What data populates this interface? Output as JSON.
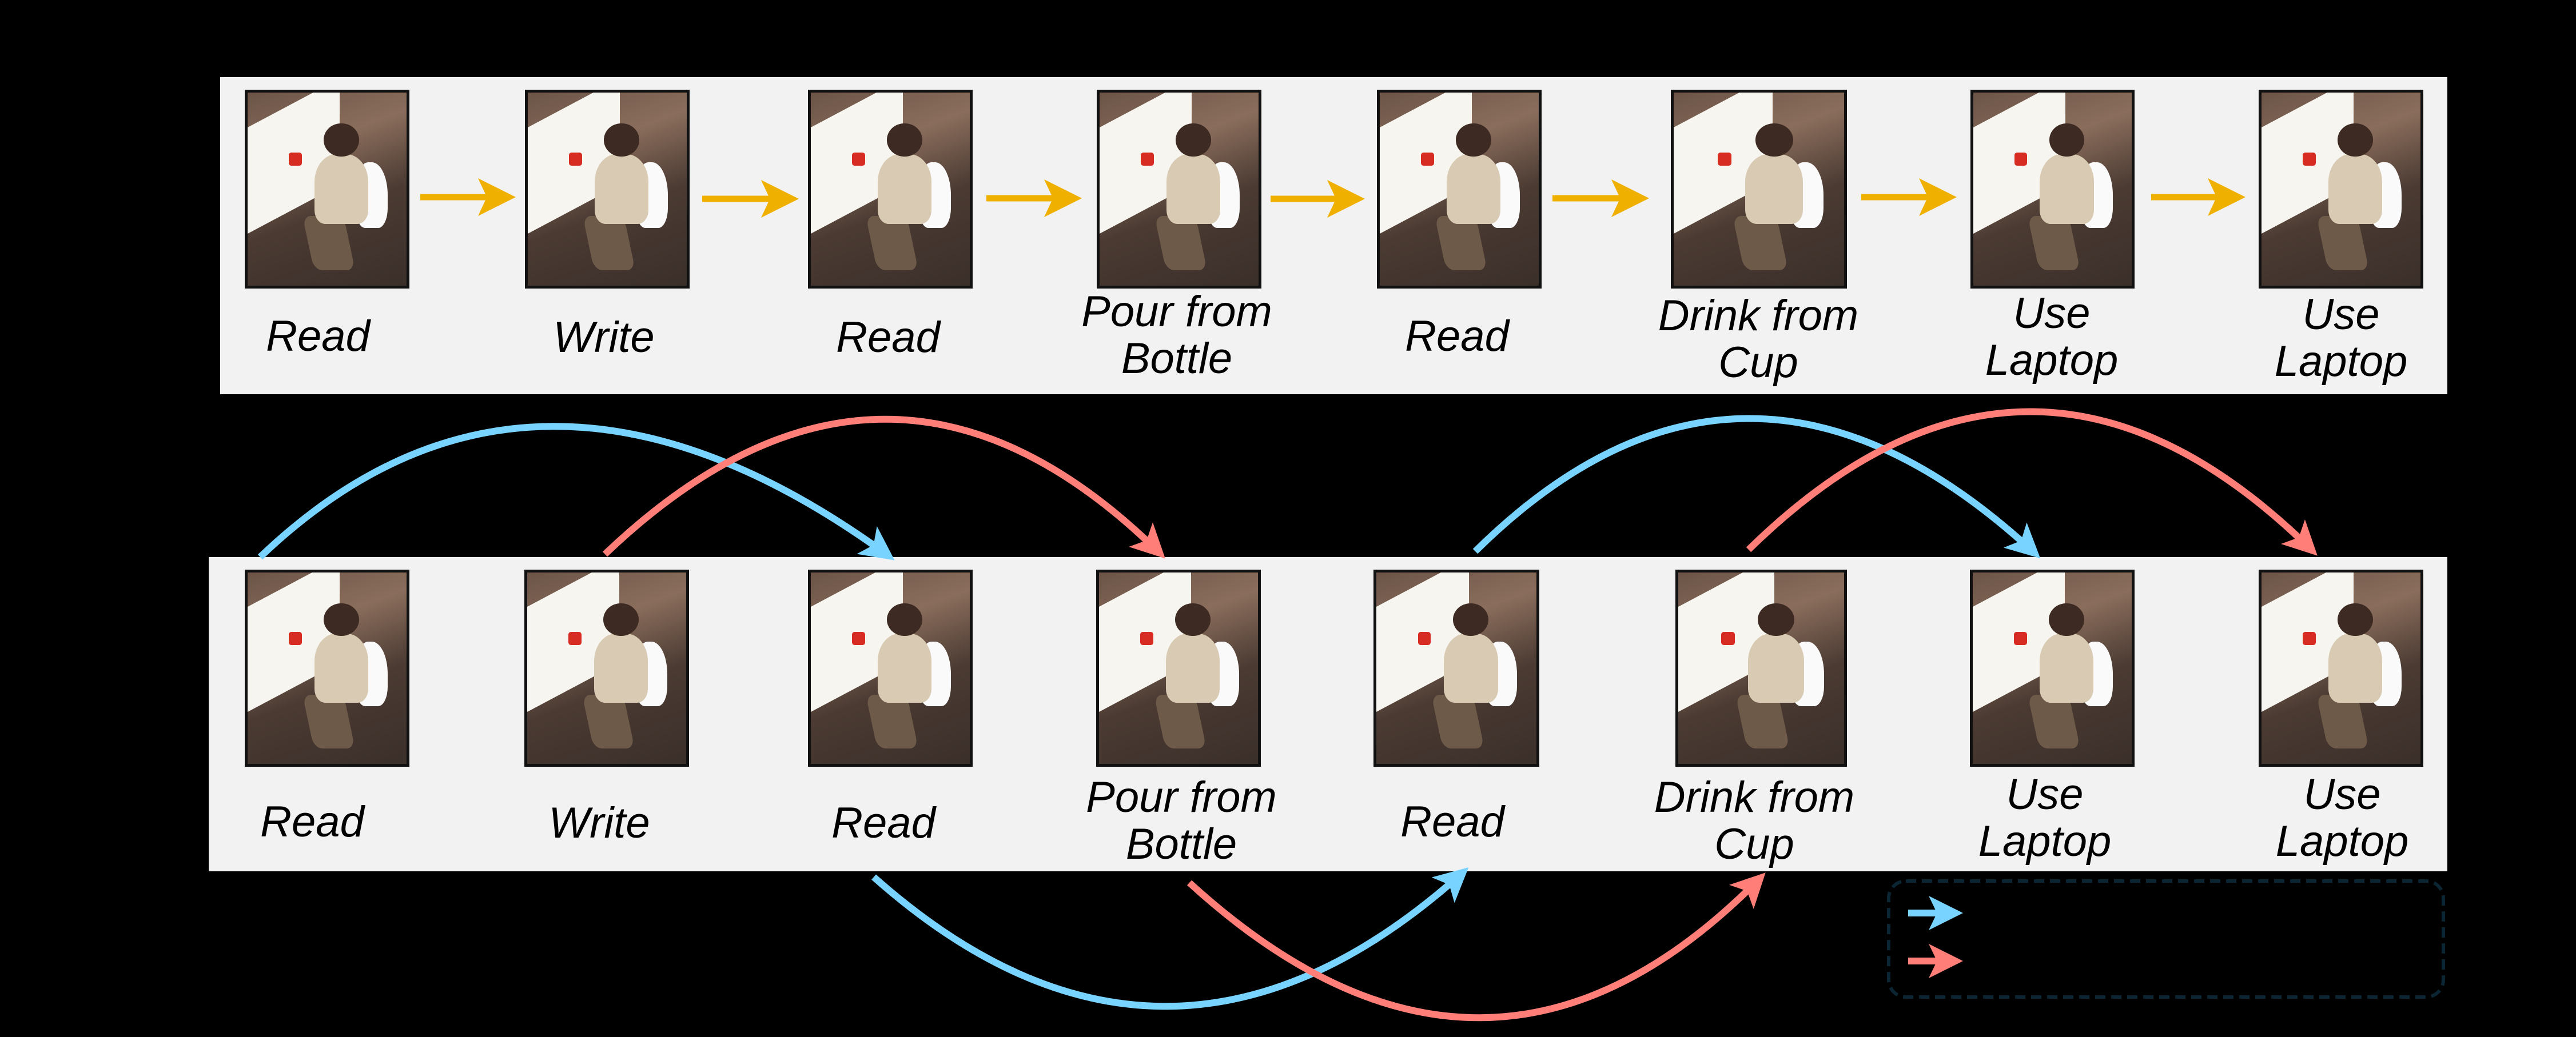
{
  "colors": {
    "background": "#000000",
    "panel": "#f2f2f2",
    "sequential_arrow": "#f0b000",
    "skip_arrow_blue": "#78d4ff",
    "skip_arrow_red": "#ff7f78",
    "legend_border": "#0b2533"
  },
  "top_row": {
    "frames": [
      {
        "label": "Read"
      },
      {
        "label": "Write"
      },
      {
        "label": "Read"
      },
      {
        "label": "Pour from\nBottle"
      },
      {
        "label": "Read"
      },
      {
        "label": "Drink from\nCup"
      },
      {
        "label": "Use\nLaptop"
      },
      {
        "label": "Use\nLaptop"
      }
    ],
    "arrow_type": "sequential"
  },
  "bottom_row": {
    "frames": [
      {
        "label": "Read"
      },
      {
        "label": "Write"
      },
      {
        "label": "Read"
      },
      {
        "label": "Pour from\nBottle"
      },
      {
        "label": "Read"
      },
      {
        "label": "Drink from\nCup"
      },
      {
        "label": "Use\nLaptop"
      },
      {
        "label": "Use\nLaptop"
      }
    ],
    "skip_arcs": [
      {
        "from": 0,
        "to": 2,
        "side": "top",
        "color": "blue"
      },
      {
        "from": 1,
        "to": 3,
        "side": "top",
        "color": "red"
      },
      {
        "from": 2,
        "to": 4,
        "side": "bottom",
        "color": "blue"
      },
      {
        "from": 3,
        "to": 5,
        "side": "bottom",
        "color": "red"
      },
      {
        "from": 4,
        "to": 6,
        "side": "top",
        "color": "blue"
      },
      {
        "from": 5,
        "to": 7,
        "side": "top",
        "color": "red"
      }
    ]
  },
  "legend": {
    "items": [
      {
        "icon": "blue-arrow-icon",
        "text": ""
      },
      {
        "icon": "red-arrow-icon",
        "text": ""
      }
    ]
  }
}
